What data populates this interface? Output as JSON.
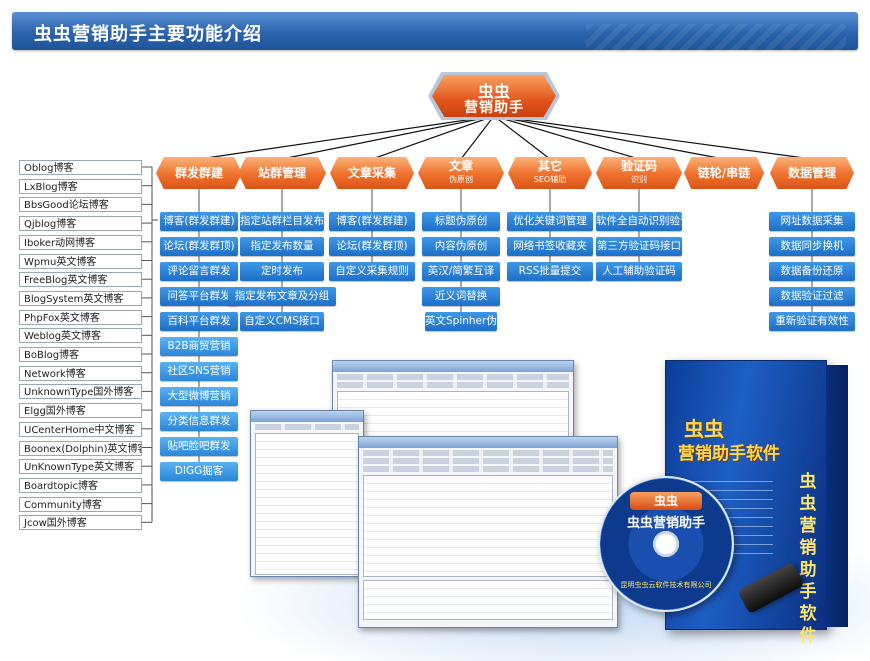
{
  "header": {
    "title": "虫虫营销助手主要功能介绍"
  },
  "root": {
    "line1": "虫虫",
    "line2": "营销助手"
  },
  "categories": [
    {
      "label": "群发群建",
      "sub": "",
      "items": [
        "博客(群发群建)",
        "论坛(群发群顶)",
        "评论留言群发",
        "问答平台群发",
        "百科平台群发",
        "B2B商贸营销",
        "社区SNS营销",
        "大型微博营销",
        "分类信息群发",
        "贴吧脸吧群发",
        "DIGG掘客"
      ]
    },
    {
      "label": "站群管理",
      "sub": "",
      "items": [
        "指定站群栏目发布",
        "指定发布数量",
        "定时发布",
        "指定发布文章及分组",
        "自定义CMS接口"
      ]
    },
    {
      "label": "文章采集",
      "sub": "",
      "items": [
        "博客(群发群建)",
        "论坛(群发群顶)",
        "自定义采集规则"
      ]
    },
    {
      "label": "文章",
      "sub": "伪原创",
      "items": [
        "标题伪原创",
        "内容伪原创",
        "英汉/简繁互译",
        "近义词替换",
        "英文Spinher伪原创"
      ]
    },
    {
      "label": "其它",
      "sub": "SEO辅助",
      "items": [
        "优化关键词管理",
        "网络书签收藏夹",
        "RSS批量提交"
      ]
    },
    {
      "label": "验证码",
      "sub": "识别",
      "items": [
        "软件全自动识别验证码",
        "第三方验证码接口",
        "人工辅助验证码"
      ]
    },
    {
      "label": "链轮/串链",
      "sub": "",
      "items": []
    },
    {
      "label": "数据管理",
      "sub": "",
      "items": [
        "网址数据采集",
        "数据同步换机",
        "数据备份还原",
        "数据验证过滤",
        "重新验证有效性"
      ]
    }
  ],
  "blogs": [
    "Oblog博客",
    "LxBlog博客",
    "BbsGood论坛博客",
    "Qjblog博客",
    "Iboker动网博客",
    "Wpmu英文博客",
    "FreeBlog英文博客",
    "BlogSystem英文博客",
    "PhpFox英文博客",
    "Weblog英文博客",
    "BoBlog博客",
    "Network博客",
    "UnknownType国外博客",
    "Elgg国外博客",
    "UCenterHome中文博客",
    "Boonex(Dolphin)英文博客",
    "UnKnownType英文博客",
    "Boardtopic博客",
    "Community博客",
    "Jcow国外博客"
  ],
  "product": {
    "box_brand_small": "虫虫",
    "box_brand_big": "营销助手软件",
    "box_vertical": "虫虫营销助手软件",
    "cd_badge": "虫虫",
    "cd_name": "虫虫营销助手",
    "cd_company": "昆明虫虫云软件技术有限公司"
  },
  "colors": {
    "header": "#2a63ad",
    "category": "#ef6f2b",
    "item": "#1d6fc7"
  }
}
